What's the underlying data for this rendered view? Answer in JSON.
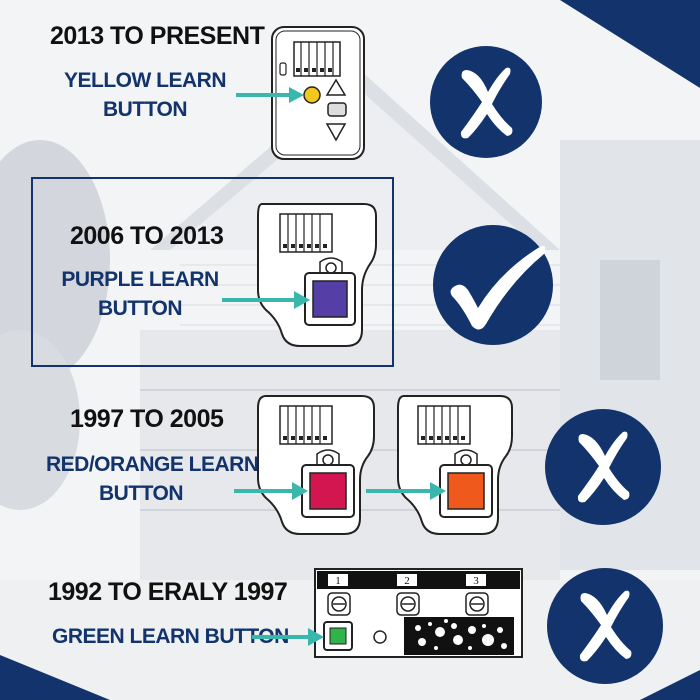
{
  "colors": {
    "navy": "#12336b",
    "arrow": "#3ab7ad",
    "yellow": "#f3c81d",
    "purple": "#553fa6",
    "red": "#d3164f",
    "orange": "#ef5a1c",
    "green": "#2fb34a"
  },
  "rows": [
    {
      "year": "2013 TO PRESENT",
      "label_line1": "YELLOW LEARN",
      "label_line2": "BUTTON",
      "status": "x-mark-icon"
    },
    {
      "year": "2006 TO 2013",
      "label_line1": "PURPLE LEARN",
      "label_line2": "BUTTON",
      "status": "check-mark-icon",
      "selected": true
    },
    {
      "year": "1997 TO 2005",
      "label_line1": "RED/ORANGE LEARN",
      "label_line2": "BUTTON",
      "status": "x-mark-icon"
    },
    {
      "year": "1992 TO ERALY 1997",
      "label_line1": "GREEN LEARN BUTTON",
      "label_line2": "",
      "status": "x-mark-icon"
    }
  ],
  "dip_panel": {
    "switch_numbers": [
      "1",
      "2",
      "3"
    ]
  }
}
